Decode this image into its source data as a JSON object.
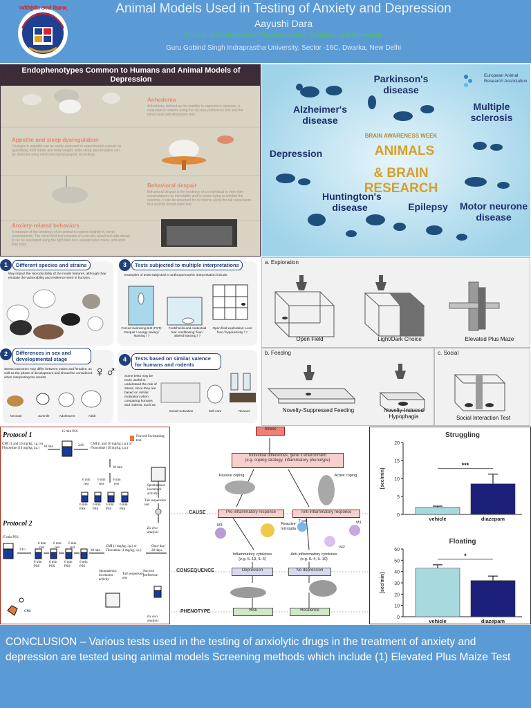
{
  "header": {
    "title": "Animal Models Used in Testing of Anxiety and Depression",
    "author": "Aayushi Dara",
    "centre": "Centre of Excellence in Pharmaceutical Sciences and Research",
    "university": "Guru Gobind Singh Indraprastha University, Sector -16C, Dwarka, New Delhi",
    "logo_text": "ज्योतिर्वृणीत तमसो विज्ञानम्"
  },
  "endophenotypes": {
    "title": "Endophenotypes Common to Humans and Animal Models of Depression",
    "sections": [
      {
        "heading": "Anhedonia",
        "text": "Anhedonia, defined as the inability to experience pleasure, is evaluated in rodents using the sucrose preference test and the intracranial self-stimulation test."
      },
      {
        "heading": "Appetite and sleep dysregulation",
        "text": "Changes in appetite can be easily assessed in experimental animals by quantifying food intake and body weight, while sleep abnormalities can be detected using electroencephalographic recordings."
      },
      {
        "heading": "Behavioral despair",
        "text": "Behavioral despair is the tendency of an individual to view their circumstances as immutable and to cease trying to combat the outcome. It can be screened for in rodents using the tail suspension test and the forced swim test."
      },
      {
        "heading": "Anxiety-related behaviors",
        "text": "A measure of the tendency of an animal to explore brightly lit, novel environments. The novel field test consists of a circular area lined with stimuli. It can be evaluated using the light/dark box, elevated plus maze, and open field tests."
      }
    ]
  },
  "brain_awareness": {
    "organization": "European Animal Research Association",
    "week": "BRAIN AWARENESS WEEK",
    "line1": "ANIMALS",
    "line2": "& BRAIN RESEARCH",
    "diseases": [
      "Parkinson's disease",
      "Alzheimer's disease",
      "Multiple sclerosis",
      "Depression",
      "Huntington's disease",
      "Epilepsy",
      "Motor neurone disease"
    ]
  },
  "considerations": {
    "items": [
      {
        "num": "1",
        "heading": "Different species and strains",
        "text": "May impact the reproducibility of the model features, although they emulate the vulnerability and resilience seen in humans."
      },
      {
        "num": "2",
        "heading": "Differences in sex and developmental stage",
        "text": "Stress outcomes may differ between males and females, as well as the phase of development and should be considered when interpreting the results."
      },
      {
        "num": "3",
        "heading": "Tests subjected to multiple interpretations",
        "text": "Examples of tests subjected to anthropomorphic interpretation include:"
      },
      {
        "num": "4",
        "heading": "Tests based on similar valence for humans and rodents",
        "text": "Some tests may be more useful to understand the role of stress, since they are based on similar motivation when comparing humans and rodents, such as:"
      }
    ],
    "test_captions": [
      "Forced swimming test (FST): Despair / energy saving / learning / ?",
      "Footshocks and contextual fear conditioning: fear / altered learning / ?",
      "Open field exploration: Less fear / hyperactivity / ?"
    ],
    "age_labels": [
      "Neonate",
      "Juvenile",
      "Adolescent",
      "Adult"
    ],
    "valence_labels": [
      "Social motivation",
      "Self-care",
      "Reward"
    ],
    "sex_symbols": "♀♂"
  },
  "tests": {
    "exploration_title": "a. Exploration",
    "exploration": [
      "Open Field",
      "Light/Dark Choice",
      "Elevated Plus Maze"
    ],
    "feeding_title": "b. Feeding",
    "feeding": [
      "Novelty-Suppressed Feeding",
      "Novelty-Induced Hypophagia"
    ],
    "social_title": "c. Social",
    "social": [
      "Social Interaction Test"
    ]
  },
  "protocols": {
    "p1": "Protocol 1",
    "p2": "Protocol 2",
    "p1_drug": "CMI (1 and 10 mg/kg, i.p.) or Fluoxetine (10 mg/kg, i.p.)",
    "p1_fst": "15 min PSS",
    "p1_24h": "24 h",
    "p1_30": "30 min",
    "p1_drug2": "CMI (1 and 10 mg/kg, i.p.) or Fluoxetine (10 mg/kg, i.p.)",
    "p2_drug": "CMI (1 mg/kg, i.p.) or Fluoxetine (1 mg/kg, i.p.)",
    "p2_days": "Once day/ 28 days",
    "legend_fst": "Forced Swimming test",
    "spont": "Spontaneous locomotor activity",
    "tail": "Tail suspension test",
    "exvivo": "Ex vivo analysis",
    "cmi": "CMI",
    "p2_start": "15 min PSS",
    "p1_times": [
      "6 min PSS",
      "6 min PSS",
      "6 min PSS",
      "6 min PSS"
    ],
    "p1_mins": [
      "6 min",
      "6 min",
      "6 min"
    ],
    "p1_rest": [
      "rest",
      "rest",
      "rest"
    ],
    "p2_times": [
      "6 min PSS",
      "6 min PSS",
      "6 min PSS",
      "6 min PSS"
    ],
    "p2_mins": [
      "6 min",
      "6 min",
      "6 min"
    ],
    "p2_rest": [
      "rest",
      "rest",
      "rest"
    ],
    "sucrose": "Sucrose preference",
    "p1_30b": "30 min",
    "p2_30": "30 min",
    "p2_24h": "24 h"
  },
  "pathway": {
    "stress": "Stress",
    "individual": "Individual differences, gene x environment",
    "individual2": "(e.g. coping strategy, inflammatory phenotype)",
    "passive": "Passive coping",
    "active": "Active coping",
    "cause": "CAUSE",
    "proinf": "Pro-inflammatory response",
    "antiinf": "Anti-inflammatory response",
    "m1": "M1",
    "reactive": "Reactive microglia",
    "tcell": "T cell",
    "m1b": "M1",
    "m2": "M2",
    "cyto1": "Inflammatory cytokines",
    "cyto1b": "(e.g. IL-1β, IL-6)",
    "cyto2": "Anti-inflammatory cytokines",
    "cyto2b": "(e.g. IL-4, IL-10)",
    "consequence": "CONSEQUENCE",
    "depression": "Depression",
    "nodep": "No depression",
    "phenotype": "PHENOTYPE",
    "risk": "Risk",
    "resilience": "Resilience"
  },
  "chart_data": [
    {
      "type": "bar",
      "title": "Struggling",
      "categories": [
        "vehicle",
        "diazepam"
      ],
      "values": [
        2,
        8.5
      ],
      "errors": [
        0.3,
        2.7
      ],
      "ylabel": "[sec/min]",
      "ylim": [
        0,
        20
      ],
      "yticks": [
        0,
        5,
        10,
        15,
        20
      ],
      "significance": "***",
      "colors": [
        "#a7d9df",
        "#1c1f7a"
      ]
    },
    {
      "type": "bar",
      "title": "Floating",
      "categories": [
        "vehicle",
        "diazepam"
      ],
      "values": [
        43,
        32
      ],
      "errors": [
        3,
        4
      ],
      "ylabel": "[sec/min]",
      "ylim": [
        0,
        60
      ],
      "yticks": [
        0,
        10,
        20,
        30,
        40,
        50,
        60
      ],
      "significance": "*",
      "colors": [
        "#a7d9df",
        "#1c1f7a"
      ]
    }
  ],
  "conclusion": {
    "text": "CONCLUSION – Various tests used in the testing of anxiolytic drugs in the treatment of anxiety and depression are tested using animal models Screening methods which include (1) Elevated Plus Maize Test"
  }
}
